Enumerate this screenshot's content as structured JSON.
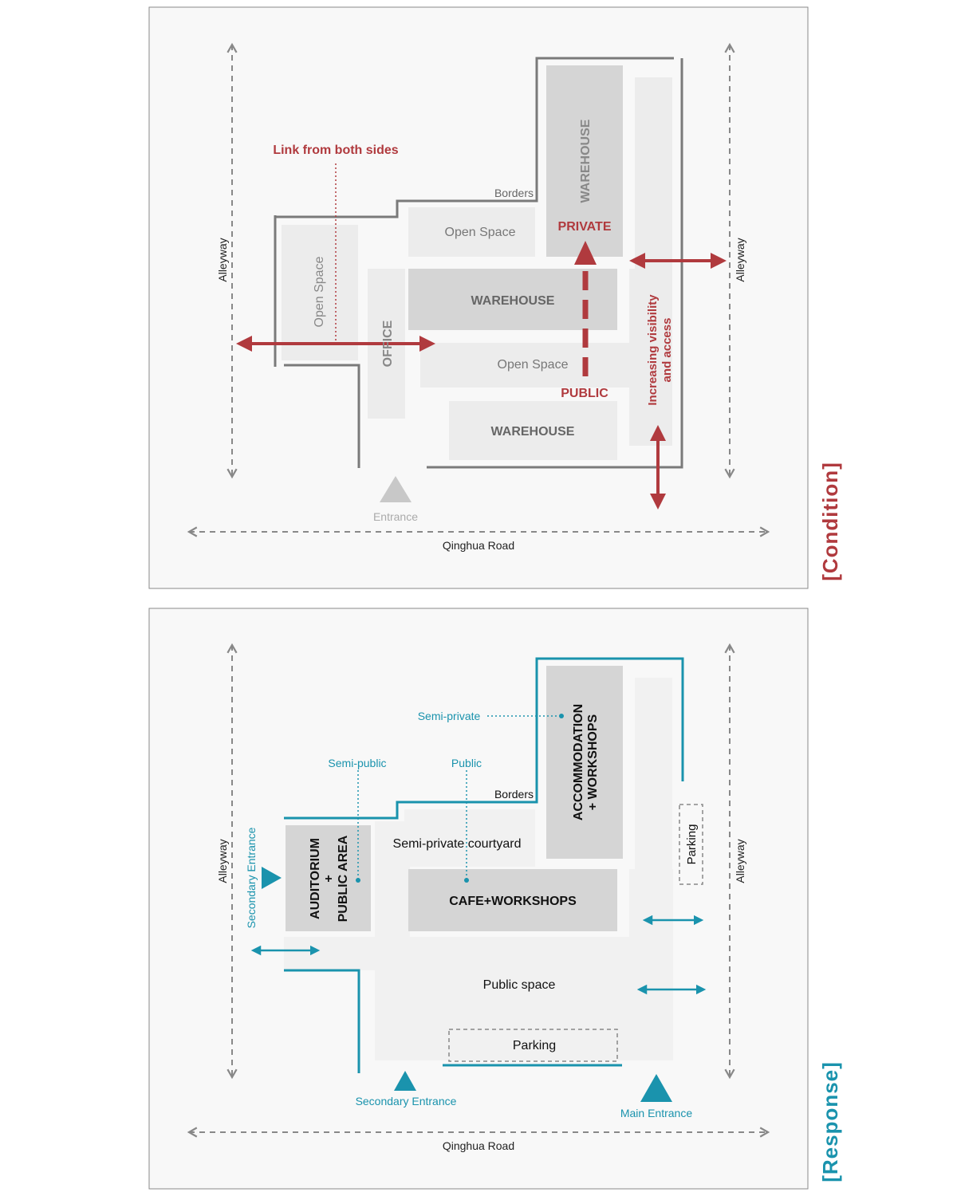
{
  "colors": {
    "condition": "#b03a3e",
    "response": "#1a93ad",
    "block_dark": "#d5d5d5",
    "block_light": "#ececec",
    "dash_gray": "#888888",
    "wall_gray": "#7a7a7a",
    "text_gray": "#666666"
  },
  "condition": {
    "title": "[Condition]",
    "road": "Qinghua Road",
    "alley_left": "Alleyway",
    "alley_right": "Alleyway",
    "entrance": "Entrance",
    "borders": "Borders",
    "link_label": "Link from both sides",
    "open_space_left": "Open Space",
    "open_space_top": "Open Space",
    "open_space_mid": "Open Space",
    "office": "OFFICE",
    "warehouse_top": "WAREHOUSE",
    "warehouse_mid": "WAREHOUSE",
    "warehouse_bottom": "WAREHOUSE",
    "private": "PRIVATE",
    "public": "PUBLIC",
    "visibility_line1": "Increasing visibility",
    "visibility_line2": "and access"
  },
  "response": {
    "title": "[Response]",
    "road": "Qinghua Road",
    "alley_left": "Alleyway",
    "alley_right": "Alleyway",
    "borders": "Borders",
    "semi_private": "Semi-private",
    "semi_public": "Semi-public",
    "public": "Public",
    "accommodation_line1": "ACCOMMODATION",
    "accommodation_line2": "+ WORKSHOPS",
    "auditorium_line1": "AUDITORIUM",
    "auditorium_line2": "+",
    "auditorium_line3": "PUBLIC AREA",
    "courtyard": "Semi-private courtyard",
    "cafe": "CAFE+WORKSHOPS",
    "public_space": "Public space",
    "parking_bottom": "Parking",
    "parking_right": "Parking",
    "secondary_entrance_left": "Secondary Entrance",
    "secondary_entrance_bottom": "Secondary Entrance",
    "main_entrance": "Main Entrance"
  }
}
